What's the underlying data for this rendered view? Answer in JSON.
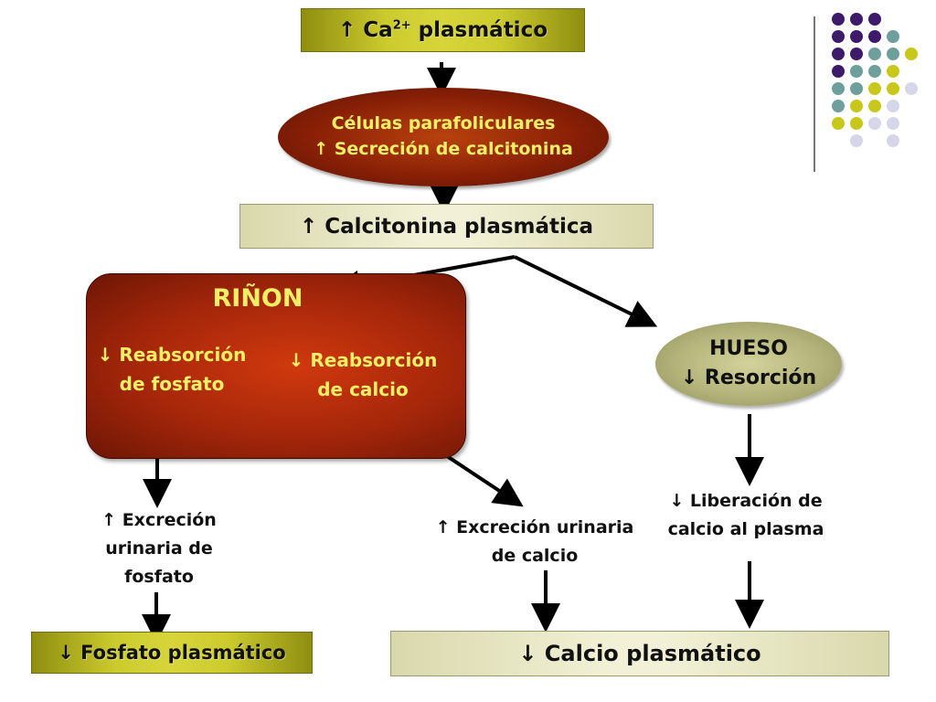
{
  "nodes": {
    "ca_plasmatico": {
      "arrow": "↑",
      "prefix": "Ca",
      "sup": "2+",
      "suffix": " plasmático"
    },
    "celulas": {
      "line1": "Células parafoliculares",
      "line2": "↑ Secreción de calcitonina"
    },
    "calcitonina": "↑ Calcitonina plasmática",
    "rinon": {
      "title": "RIÑON",
      "fosfato": {
        "line1": "↓ Reabsorción",
        "line2": "de fosfato"
      },
      "calcio": {
        "line1": "↓ Reabsorción",
        "line2": "de calcio"
      }
    },
    "hueso": {
      "line1": "HUESO",
      "line2": "↓ Resorción"
    },
    "excrecion_fosfato": {
      "line1": "↑ Excreción",
      "line2": "urinaria de",
      "line3": "fosfato"
    },
    "excrecion_calcio": {
      "line1": "↑ Excreción urinaria",
      "line2": "de calcio"
    },
    "liberacion": {
      "line1": "↓ Liberación de",
      "line2": "calcio al plasma"
    },
    "fosfato_plasmatico": "↓ Fosfato plasmático",
    "calcio_plasmatico": "↓ Calcio plasmático"
  },
  "colors": {
    "yellow_box": "#cccb2e",
    "beige_box": "#f2f1d7",
    "dark_red": "#8a2006",
    "kidney_red": "#c0330c",
    "olive": "#b3b37a",
    "yellow_text": "#f1ef66",
    "dot_purple": "#3e1a6b",
    "dot_teal": "#6f9f9c",
    "dot_yellow": "#c8c81c",
    "dot_lavender": "#d6d6ea"
  },
  "decoration": {
    "dot_grid": [
      [
        "purple",
        "purple",
        "purple",
        null,
        null
      ],
      [
        "purple",
        "purple",
        "purple",
        "teal",
        null
      ],
      [
        "purple",
        "purple",
        "teal",
        "teal",
        "yellow"
      ],
      [
        "purple",
        "teal",
        "teal",
        "yellow",
        null
      ],
      [
        "teal",
        "teal",
        "yellow",
        "yellow",
        "lavender"
      ],
      [
        "teal",
        "yellow",
        "yellow",
        "lavender",
        null
      ],
      [
        "yellow",
        "yellow",
        "lavender",
        "lavender",
        null
      ],
      [
        null,
        "lavender",
        null,
        "lavender",
        null
      ]
    ]
  }
}
